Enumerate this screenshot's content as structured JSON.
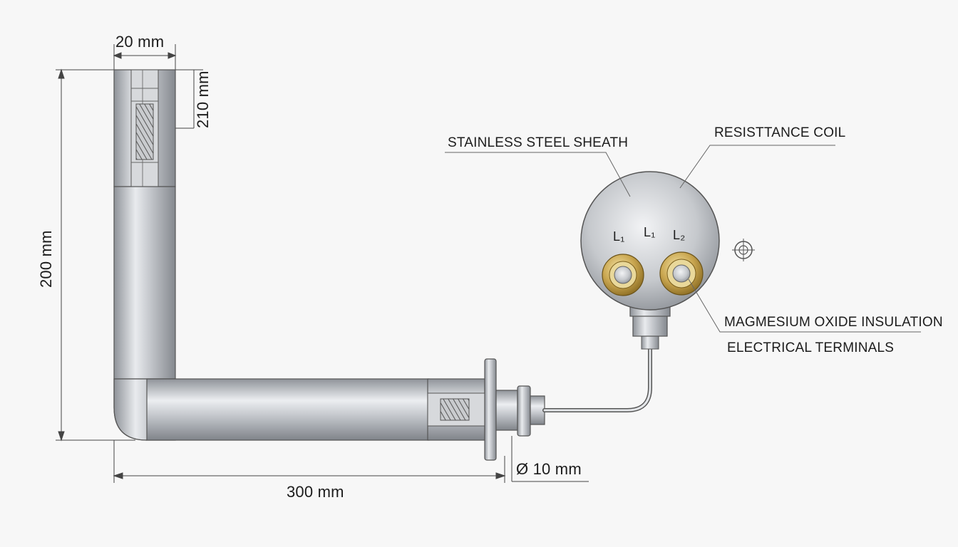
{
  "diagram": {
    "dimensions": {
      "width_top": "20 mm",
      "element_length": "210 mm",
      "height": "200 mm",
      "length": "300 mm",
      "diameter": "Ø 10 mm"
    },
    "callouts": {
      "sheath": "STAINLESS STEEL SHEATH",
      "coil": "RESISTTANCE COIL",
      "insulation": "MAGMESIUM OXIDE INSULATION",
      "terminals": "ELECTRICAL TERMINALS"
    },
    "terminal_labels": {
      "left": "L₁",
      "center": "L₁",
      "right": "L₂"
    },
    "colors": {
      "steel": "#b9bcc0",
      "brass": "#c9a650",
      "line": "#333333",
      "background": "#f7f7f7"
    }
  }
}
